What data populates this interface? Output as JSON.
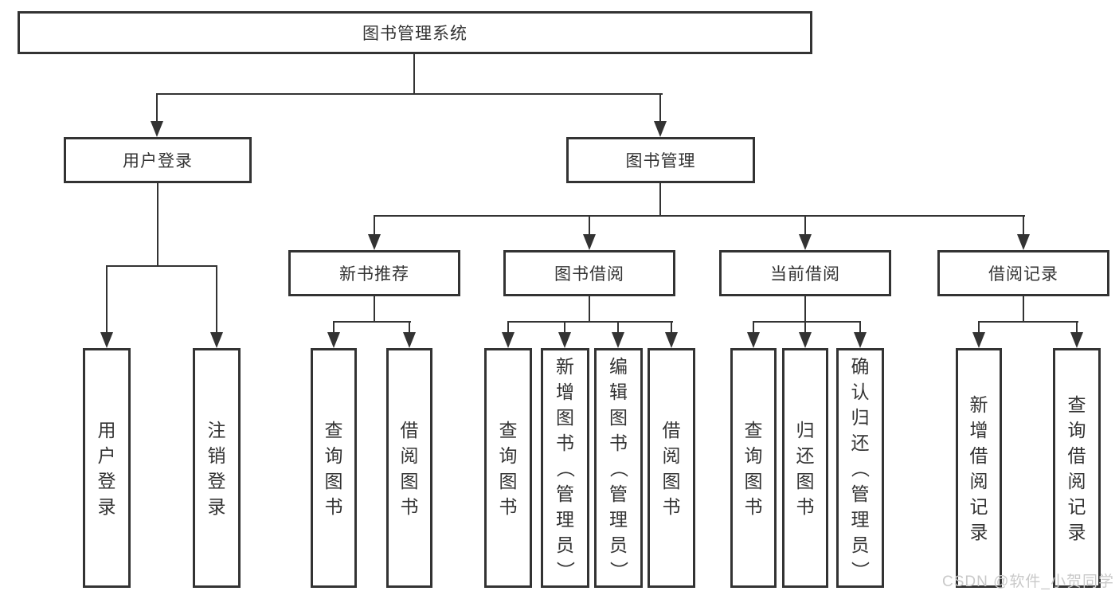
{
  "colors": {
    "line": "#333333",
    "box_border": "#333333",
    "text": "#333333",
    "background": "#ffffff",
    "watermark_text": "#c9c9c9"
  },
  "watermark": "CSDN @软件_小贺同学",
  "tree": {
    "root": {
      "label": "图书管理系统"
    },
    "branches": [
      {
        "label": "用户登录",
        "children": [
          {
            "label": "用户登录"
          },
          {
            "label": "注销登录"
          }
        ]
      },
      {
        "label": "图书管理",
        "children": [
          {
            "label": "新书推荐",
            "children": [
              {
                "label": "查询图书"
              },
              {
                "label": "借阅图书"
              }
            ]
          },
          {
            "label": "图书借阅",
            "children": [
              {
                "label": "查询图书"
              },
              {
                "label": "新增图书（管理员）"
              },
              {
                "label": "编辑图书（管理员）"
              },
              {
                "label": "借阅图书"
              }
            ]
          },
          {
            "label": "当前借阅",
            "children": [
              {
                "label": "查询图书"
              },
              {
                "label": "归还图书"
              },
              {
                "label": "确认归还（管理员）"
              }
            ]
          },
          {
            "label": "借阅记录",
            "children": [
              {
                "label": "新增借阅记录"
              },
              {
                "label": "查询借阅记录"
              }
            ]
          }
        ]
      }
    ]
  }
}
